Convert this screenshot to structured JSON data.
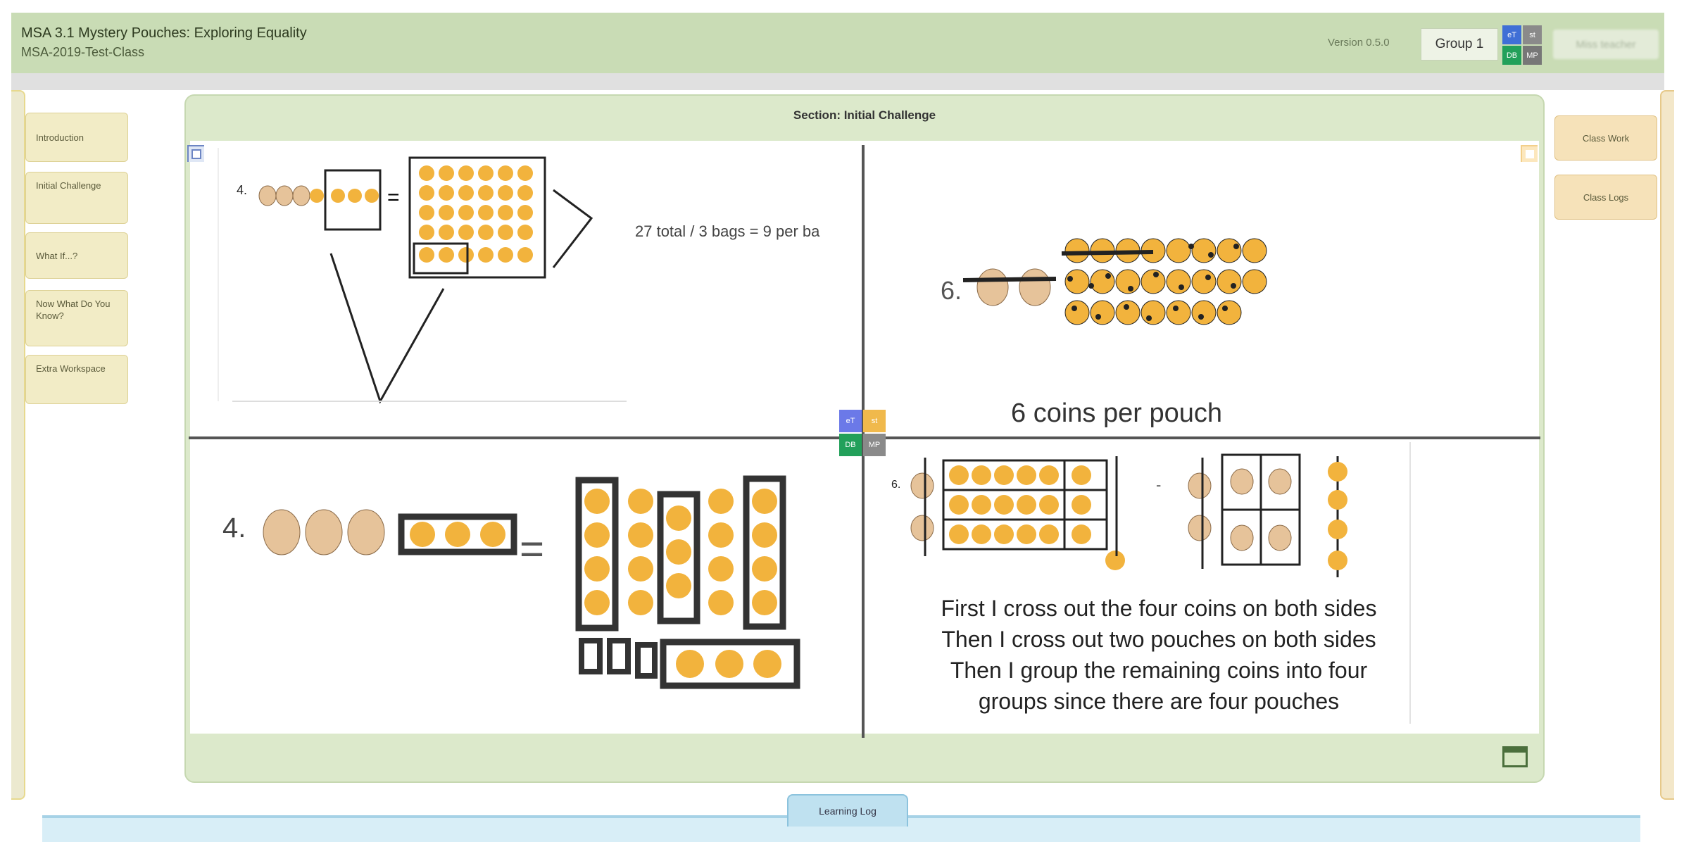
{
  "header": {
    "title": "MSA 3.1 Mystery Pouches: Exploring Equality",
    "subtitle": "MSA-2019-Test-Class",
    "version": "Version 0.5.0",
    "group": "Group 1",
    "user": "Miss teacher",
    "member_initials": [
      "eT",
      "st",
      "DB",
      "MP"
    ]
  },
  "left_tabs": [
    {
      "label": "Introduction"
    },
    {
      "label": "Initial Challenge"
    },
    {
      "label": "What If...?"
    },
    {
      "label": "Now What Do You Know?"
    },
    {
      "label": "Extra Workspace"
    }
  ],
  "right_tabs": [
    {
      "label": "Class Work"
    },
    {
      "label": "Class Logs"
    }
  ],
  "section": {
    "title": "Section: Initial Challenge"
  },
  "tiles": {
    "top_left": {
      "problem_number": "4.",
      "note": "27 total / 3 bags = 9 per ba"
    },
    "top_right": {
      "problem_number": "6.",
      "caption": "6 coins per pouch"
    },
    "bottom_left": {
      "problem_number": "4."
    },
    "bottom_right": {
      "problem_number": "6.",
      "lines": [
        "First I cross out the four coins on both sides",
        "Then I cross out two pouches on both sides",
        "Then I group the remaining coins into four",
        "groups since there are four pouches"
      ]
    }
  },
  "bottom": {
    "learning_log": "Learning Log"
  },
  "colors": {
    "header_bg": "#c9dcb5",
    "section_bg": "#dce9cb",
    "coin": "#f2b33d",
    "pouch": "#e6c39a",
    "member_colors": [
      "#3f6fd6",
      "#8a8a8a",
      "#22a05a",
      "#777777"
    ]
  }
}
